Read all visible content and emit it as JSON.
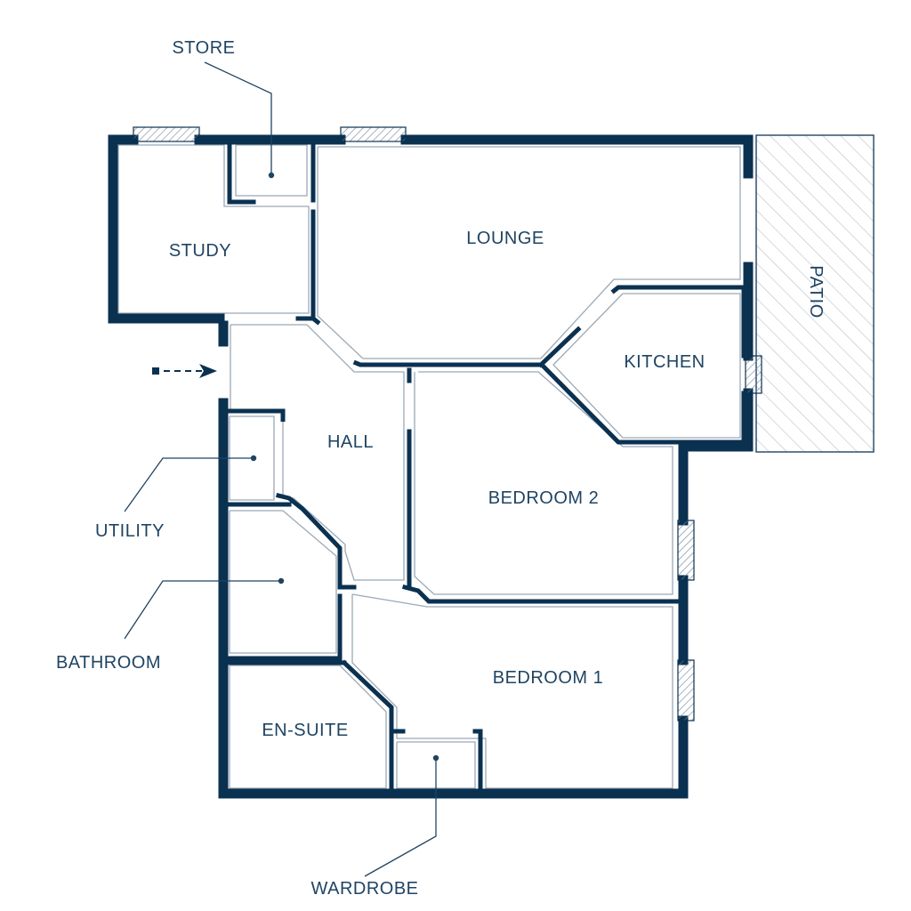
{
  "rooms": {
    "study": "STUDY",
    "store": "STORE",
    "lounge": "LOUNGE",
    "patio": "PATIO",
    "kitchen": "KITCHEN",
    "hall": "HALL",
    "bedroom2": "BEDROOM 2",
    "utility": "UTILITY",
    "bathroom": "BATHROOM",
    "bedroom1": "BEDROOM 1",
    "ensuite": "EN-SUITE",
    "wardrobe": "WARDROBE"
  },
  "colors": {
    "wall": "#0b3150",
    "text": "#1f4463",
    "background": "#ffffff"
  },
  "icons": {
    "entrance": "dashed-arrow-right-icon"
  }
}
